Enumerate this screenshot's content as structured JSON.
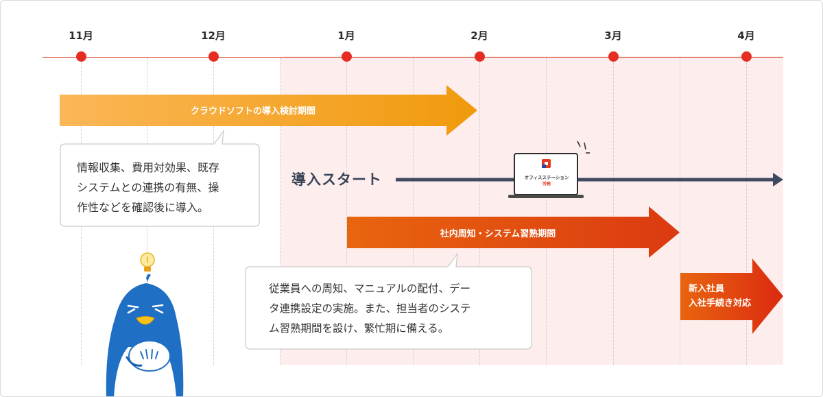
{
  "timeline": {
    "months": [
      "11月",
      "12月",
      "1月",
      "2月",
      "3月",
      "4月"
    ],
    "colors": {
      "axis": "#d64a2a",
      "dot": "#e52d22",
      "shade": "#fdeeed"
    }
  },
  "phases": {
    "review": {
      "label": "クラウドソフトの導入検討期間",
      "color_start": "#fbb657",
      "color_end": "#f09a0c"
    },
    "review_note": {
      "lines": [
        "情報収集、費用対効果、既存",
        "システムとの連携の有無、操",
        "作性などを確認後に導入。"
      ]
    },
    "start": {
      "label": "導入スタート",
      "color": "#3f4a61"
    },
    "laptop": {
      "title": "オフィスステーション",
      "subtitle": "労務"
    },
    "training": {
      "label": "社内周知・システム習熟期間",
      "color_start": "#e8650f",
      "color_end": "#db3a10"
    },
    "training_note": {
      "lines": [
        "従業員への周知、マニュアルの配付、デー",
        "タ連携設定の実施。また、担当者のシステ",
        "ム習熟期間を設け、繁忙期に備える。"
      ]
    },
    "onboarding": {
      "lines": [
        "新入社員",
        "入社手続き対応"
      ],
      "color_start": "#e8650f",
      "color_end": "#db2a10"
    }
  },
  "mascot": {
    "icon": "penguin-mascot-icon",
    "bulb_icon": "lightbulb-icon",
    "color": "#1f6fc4"
  }
}
